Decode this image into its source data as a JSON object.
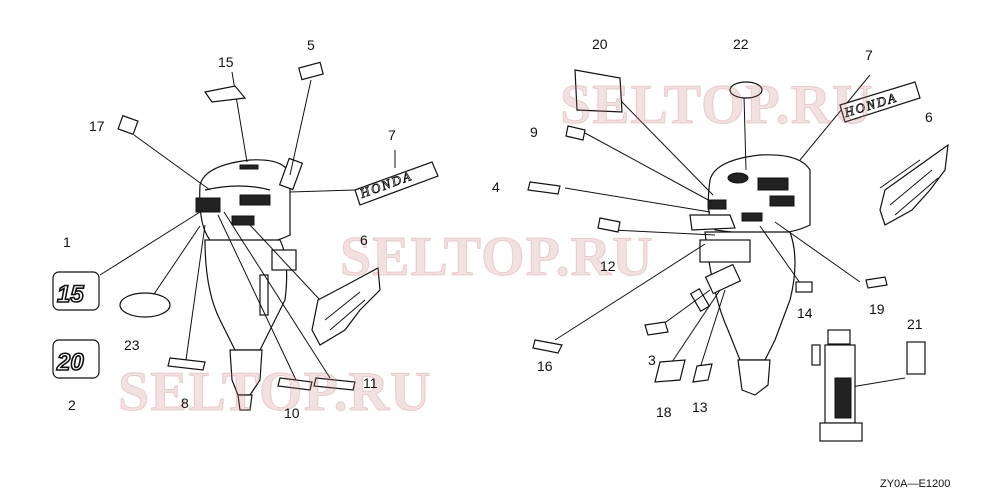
{
  "diagram_code": "ZY0A—E1200",
  "watermark": "SELTOP.RU",
  "decal_text": {
    "brand": "HONDA",
    "num_a": "15",
    "num_b": "20"
  },
  "callouts": [
    "1",
    "2",
    "3",
    "4",
    "5",
    "6",
    "6",
    "7",
    "7",
    "8",
    "9",
    "10",
    "11",
    "12",
    "13",
    "14",
    "15",
    "16",
    "17",
    "18",
    "19",
    "20",
    "21",
    "22",
    "23"
  ]
}
